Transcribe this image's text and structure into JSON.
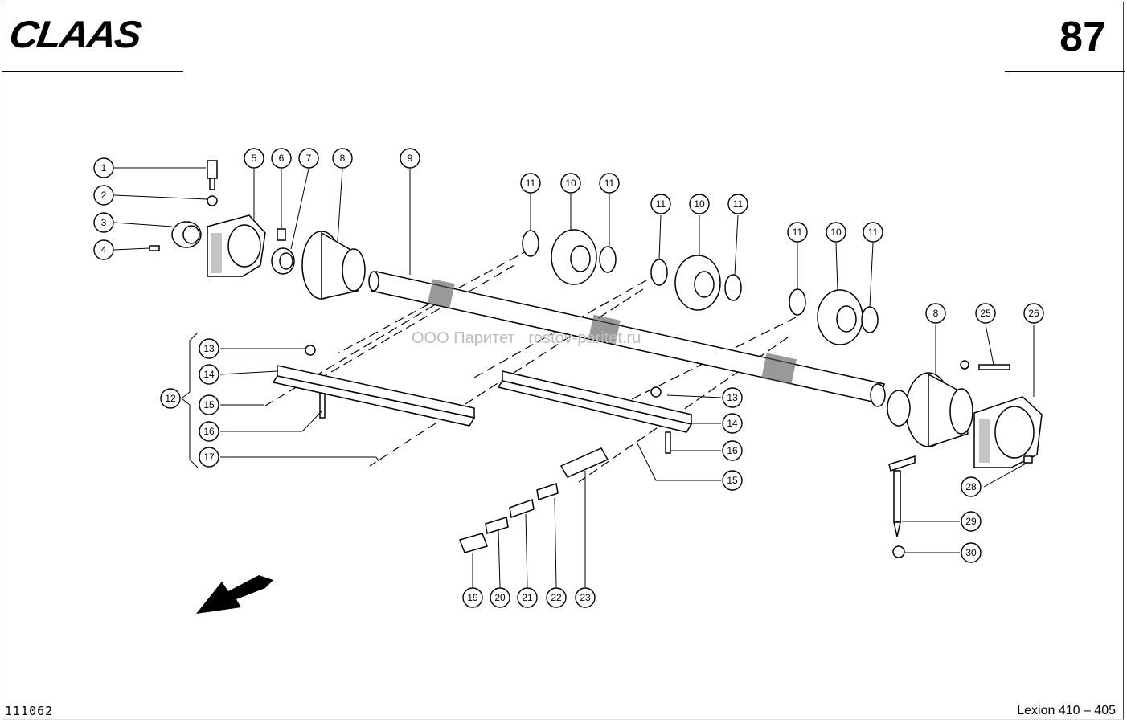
{
  "header": {
    "brand": "CLAAS",
    "page_number": "87"
  },
  "footer": {
    "drawing_code": "111062",
    "model": "Lexion 410 – 405"
  },
  "watermark": "ООО Паритет   rostov-paritet.ru",
  "callouts": [
    "1",
    "2",
    "3",
    "4",
    "5",
    "6",
    "7",
    "8",
    "9",
    "10",
    "11",
    "12",
    "13",
    "14",
    "15",
    "16",
    "17",
    "19",
    "20",
    "21",
    "22",
    "23",
    "25",
    "26",
    "28",
    "29",
    "30"
  ]
}
